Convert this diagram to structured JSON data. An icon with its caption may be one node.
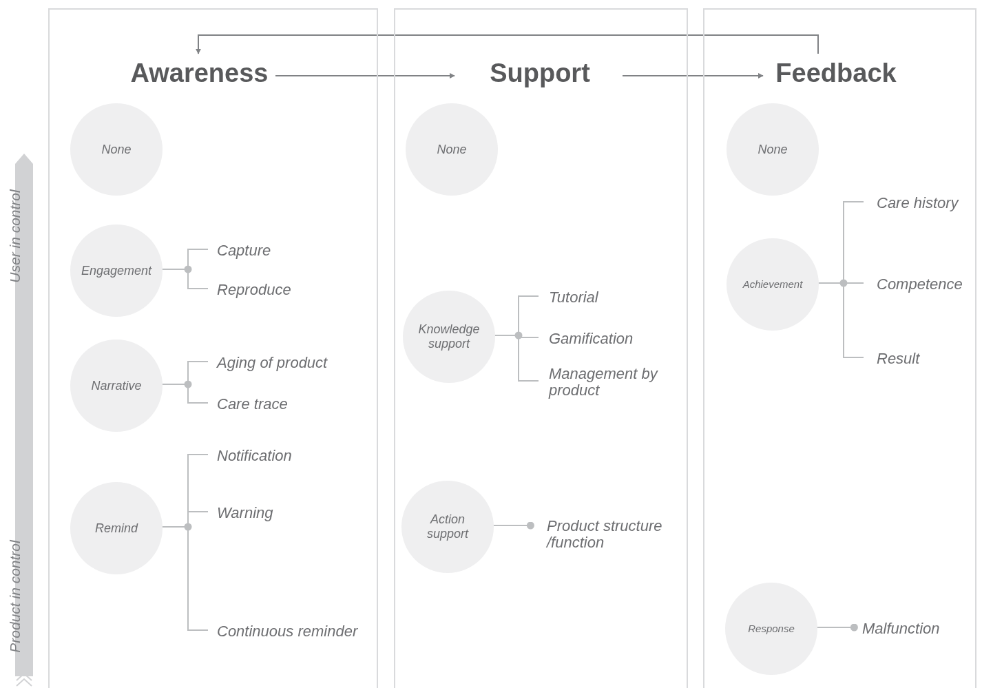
{
  "diagram": {
    "nodes": [
      {
        "text": [],
        "shape": "box"
      },
      {
        "text": [
          "Awareness"
        ],
        "in": 0
      },
      {
        "text": [
          "None"
        ],
        "in": 0
      },
      {
        "text": [
          "Engagement"
        ],
        "in": 0
      },
      {
        "text": [
          "Capture"
        ],
        "in": 0
      },
      {
        "text": [
          "Reproduce"
        ],
        "in": 0
      },
      {
        "text": [
          "Narrative"
        ],
        "in": 0
      },
      {
        "text": [
          "Aging of product"
        ],
        "in": 0
      },
      {
        "text": [
          "Care trace"
        ],
        "in": 0
      },
      {
        "text": [
          "Remind"
        ],
        "in": 0
      },
      {
        "text": [
          "Notification"
        ],
        "in": 0
      },
      {
        "text": [
          "Warning"
        ],
        "in": 0
      },
      {
        "text": [
          "Continuous reminder"
        ],
        "in": 0
      },
      {
        "text": [],
        "shape": "box"
      },
      {
        "text": [
          "Support"
        ],
        "in": 13
      },
      {
        "text": [
          "None"
        ],
        "in": 13
      },
      {
        "text": [
          "Knowledge support"
        ],
        "in": 13
      },
      {
        "text": [
          "Tutorial"
        ],
        "in": 13
      },
      {
        "text": [
          "Gamification"
        ],
        "in": 13
      },
      {
        "text": [
          "Management by product"
        ],
        "in": 13
      },
      {
        "text": [
          "Action support"
        ],
        "in": 13
      },
      {
        "text": [
          "Product structure /function"
        ],
        "in": 13
      },
      {
        "text": [],
        "shape": "box"
      },
      {
        "text": [
          "Feedback"
        ],
        "in": 22
      },
      {
        "text": [
          "None"
        ],
        "in": 22
      },
      {
        "text": [
          "Achievement"
        ],
        "in": 22
      },
      {
        "text": [
          "Care history"
        ],
        "in": 22
      },
      {
        "text": [
          "Competence"
        ],
        "in": 22
      },
      {
        "text": [
          "Result"
        ],
        "in": 22
      },
      {
        "text": [
          "Response"
        ],
        "in": 22
      },
      {
        "text": [
          "Malfunction"
        ],
        "in": 22
      }
    ],
    "edges": [
      {
        "from": 1,
        "to": 14,
        "arrow": "to"
      },
      {
        "from": 14,
        "to": 23,
        "arrow": "to"
      },
      {
        "from": 23,
        "to": 1,
        "arrow": "to"
      },
      {
        "from": 3,
        "to": 4,
        "arrow": "none"
      },
      {
        "from": 3,
        "to": 5,
        "arrow": "none"
      },
      {
        "from": 6,
        "to": 7,
        "arrow": "none"
      },
      {
        "from": 6,
        "to": 8,
        "arrow": "none"
      },
      {
        "from": 9,
        "to": 10,
        "arrow": "none"
      },
      {
        "from": 9,
        "to": 11,
        "arrow": "none"
      },
      {
        "from": 9,
        "to": 12,
        "arrow": "none"
      },
      {
        "from": 16,
        "to": 17,
        "arrow": "none"
      },
      {
        "from": 16,
        "to": 18,
        "arrow": "none"
      },
      {
        "from": 16,
        "to": 19,
        "arrow": "none"
      },
      {
        "from": 20,
        "to": 21,
        "arrow": "other"
      },
      {
        "from": 25,
        "to": 26,
        "arrow": "none"
      },
      {
        "from": 25,
        "to": 27,
        "arrow": "none"
      },
      {
        "from": 25,
        "to": 28,
        "arrow": "none"
      },
      {
        "from": 29,
        "to": 30,
        "arrow": "other"
      }
    ],
    "labels": [
      "User in control",
      "Product in control"
    ]
  }
}
